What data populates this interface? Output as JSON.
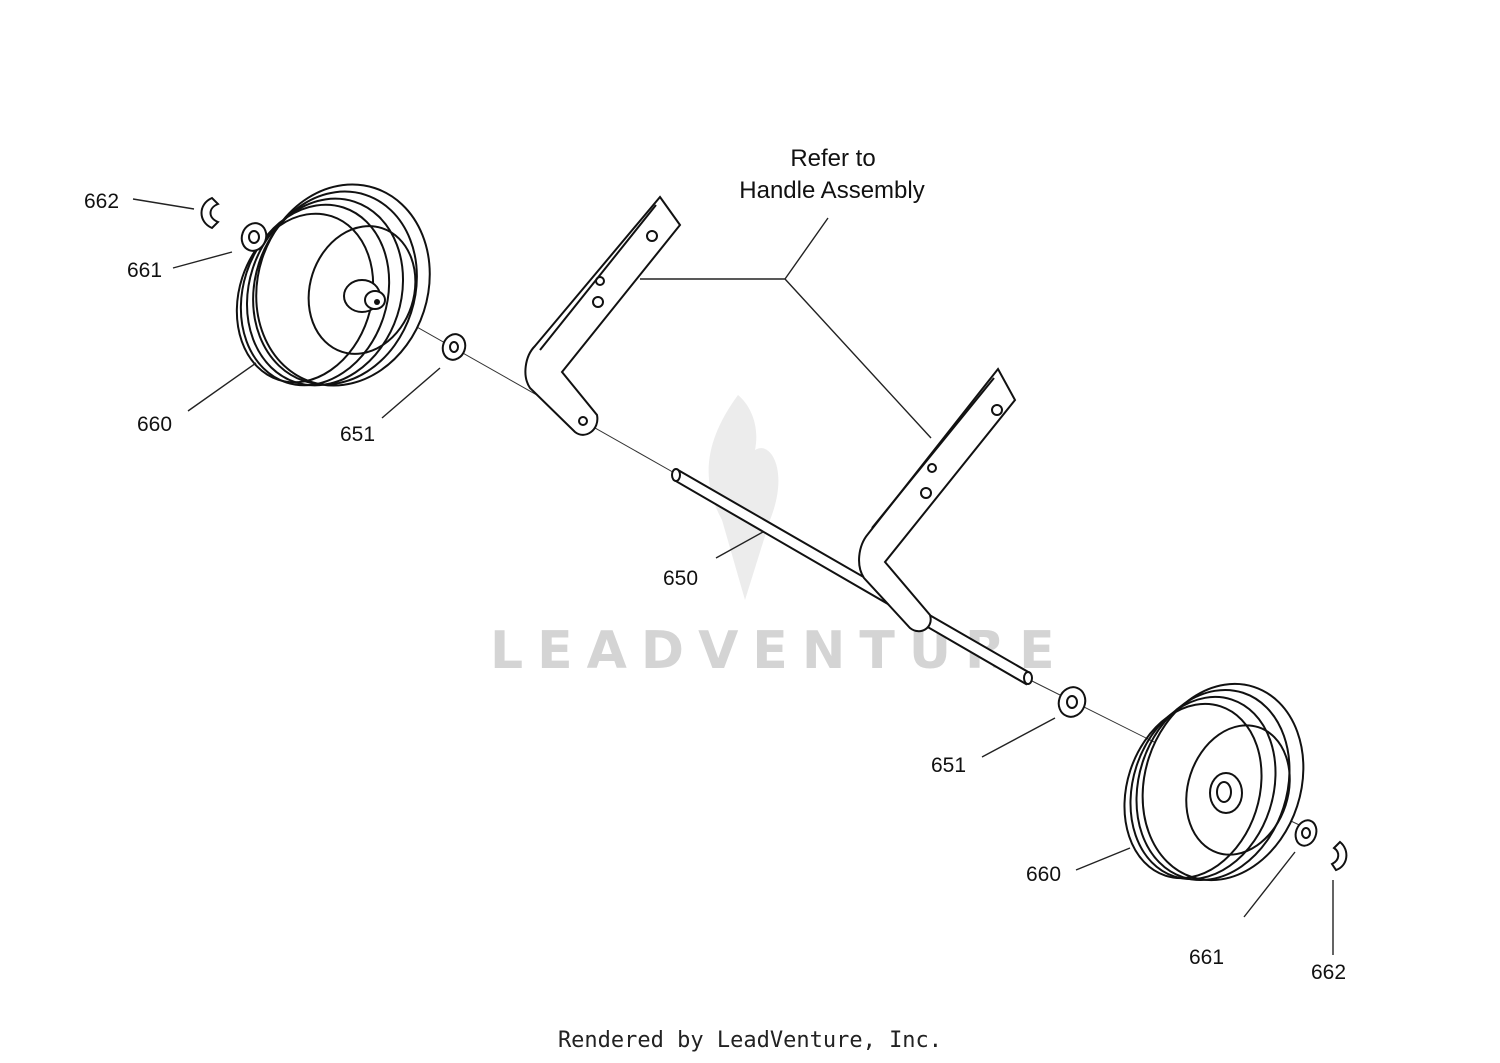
{
  "diagram": {
    "note": {
      "line1": "Refer to",
      "line2": "Handle Assembly"
    },
    "labels": {
      "p662_left": "662",
      "p661_left": "661",
      "p660_left": "660",
      "p651_left": "651",
      "p650": "650",
      "p651_right": "651",
      "p660_right": "660",
      "p661_right": "661",
      "p662_right": "662"
    },
    "watermark": "LEADVENTURE"
  },
  "footer": {
    "text": "Rendered by LeadVenture, Inc."
  }
}
